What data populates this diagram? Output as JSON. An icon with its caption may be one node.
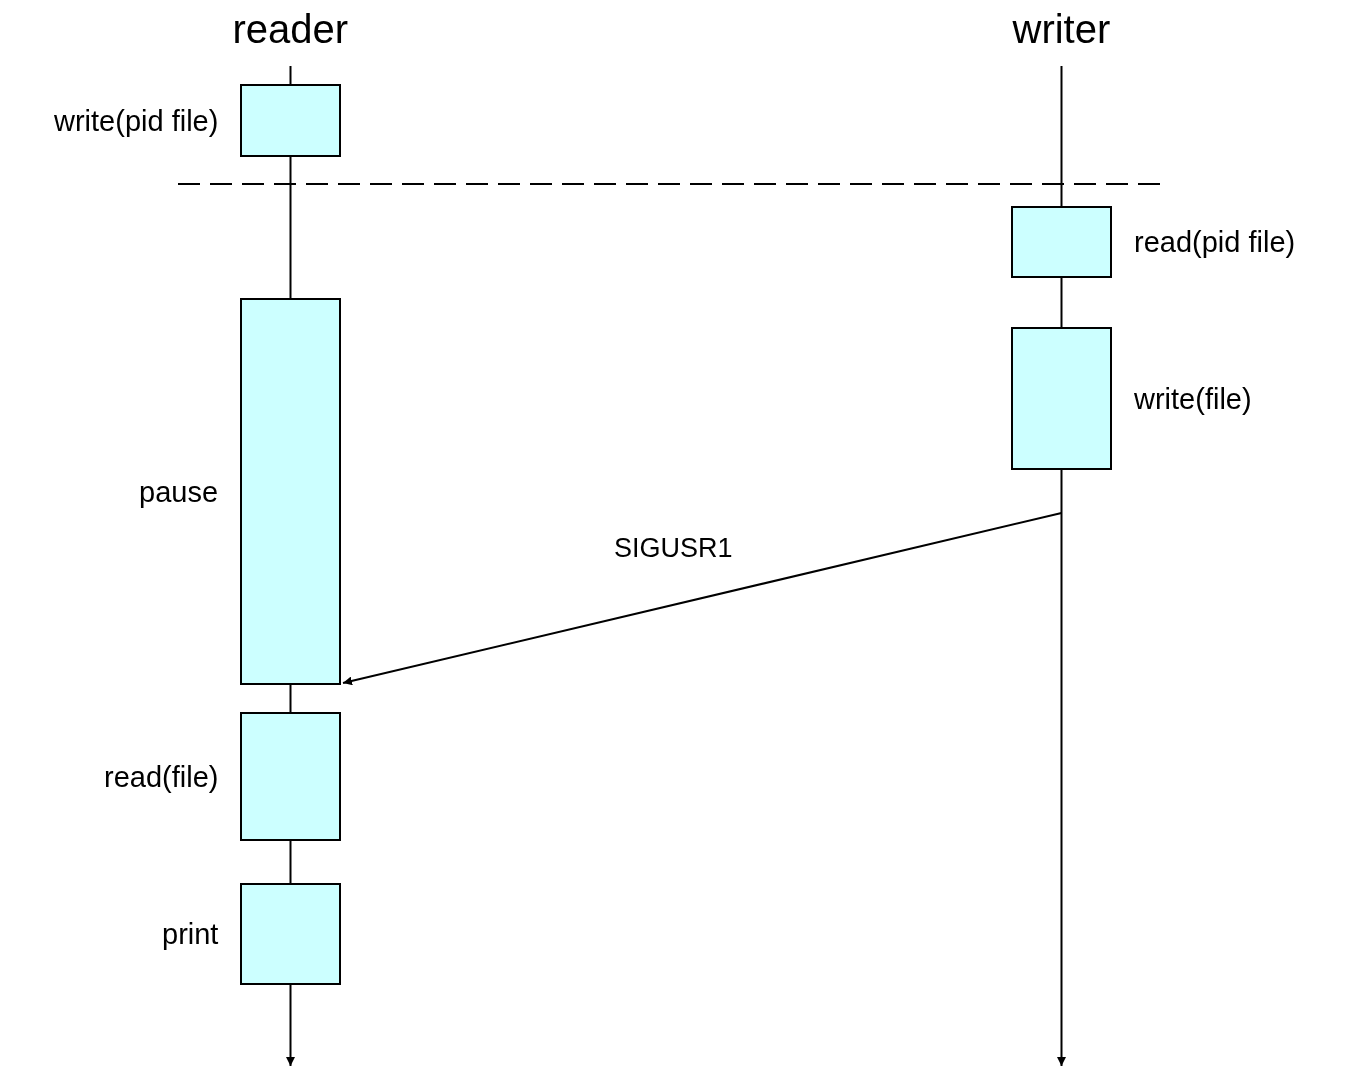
{
  "diagram": {
    "nodes": [
      {
        "text": [
          "reader"
        ]
      },
      {
        "text": [],
        "shape": "box",
        "beside": [
          "write(pid file)"
        ]
      },
      {
        "text": [],
        "shape": "box",
        "beside": [
          "pause"
        ]
      },
      {
        "text": [],
        "shape": "box",
        "beside": [
          "read(file)"
        ]
      },
      {
        "text": [],
        "shape": "box",
        "beside": [
          "print"
        ]
      },
      {
        "text": [
          "writer"
        ]
      },
      {
        "text": [],
        "shape": "box",
        "beside": [
          "read(pid file)"
        ]
      },
      {
        "text": [],
        "shape": "box",
        "beside": [
          "write(file)"
        ]
      }
    ],
    "edges": [
      {
        "from": 0,
        "to": 1,
        "arrow": "none"
      },
      {
        "from": 1,
        "to": 2,
        "arrow": "none"
      },
      {
        "from": 2,
        "to": 3,
        "arrow": "none"
      },
      {
        "from": 3,
        "to": 4,
        "arrow": "none"
      },
      {
        "from": 4,
        "to": null,
        "arrow": "to"
      },
      {
        "from": 5,
        "to": 6,
        "arrow": "none"
      },
      {
        "from": 6,
        "to": 7,
        "arrow": "none"
      },
      {
        "from": 7,
        "to": null,
        "arrow": "to"
      },
      {
        "from": null,
        "to": 2,
        "arrow": "to",
        "label": "SIGUSR1"
      }
    ]
  }
}
